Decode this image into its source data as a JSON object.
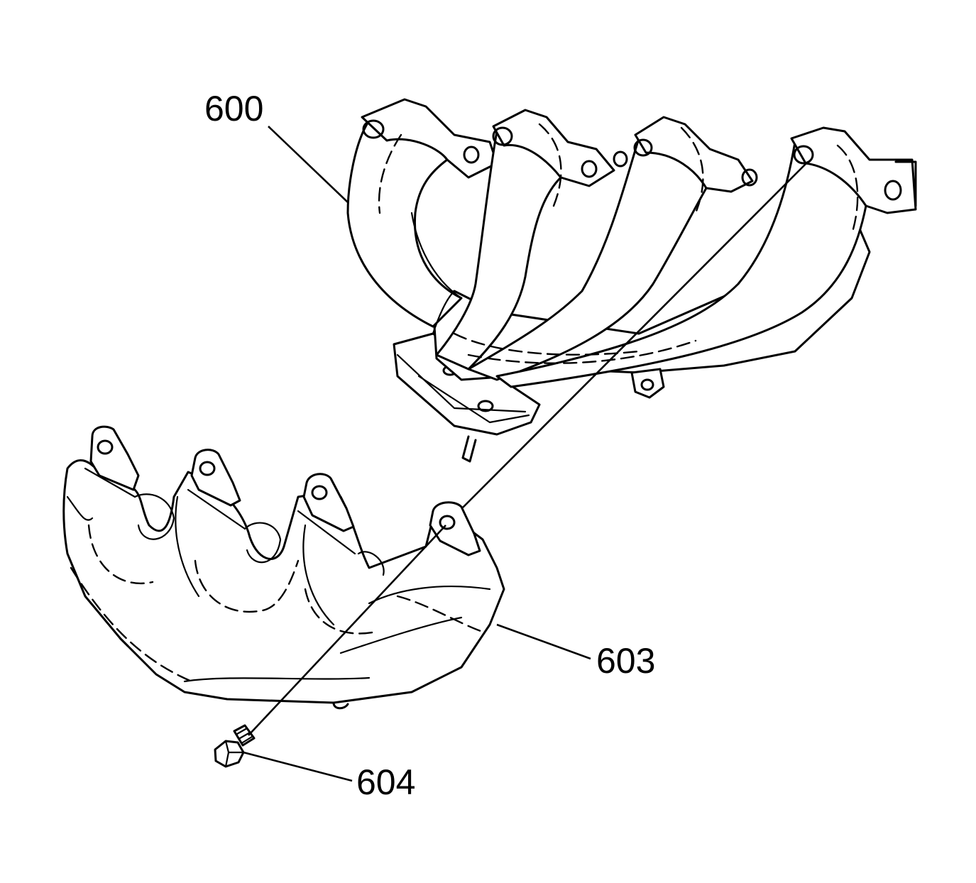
{
  "callouts": {
    "exhaust_manifold": "600",
    "heat_shield": "603",
    "bolt": "604"
  },
  "colors": {
    "line": "#000000",
    "background": "#ffffff"
  }
}
